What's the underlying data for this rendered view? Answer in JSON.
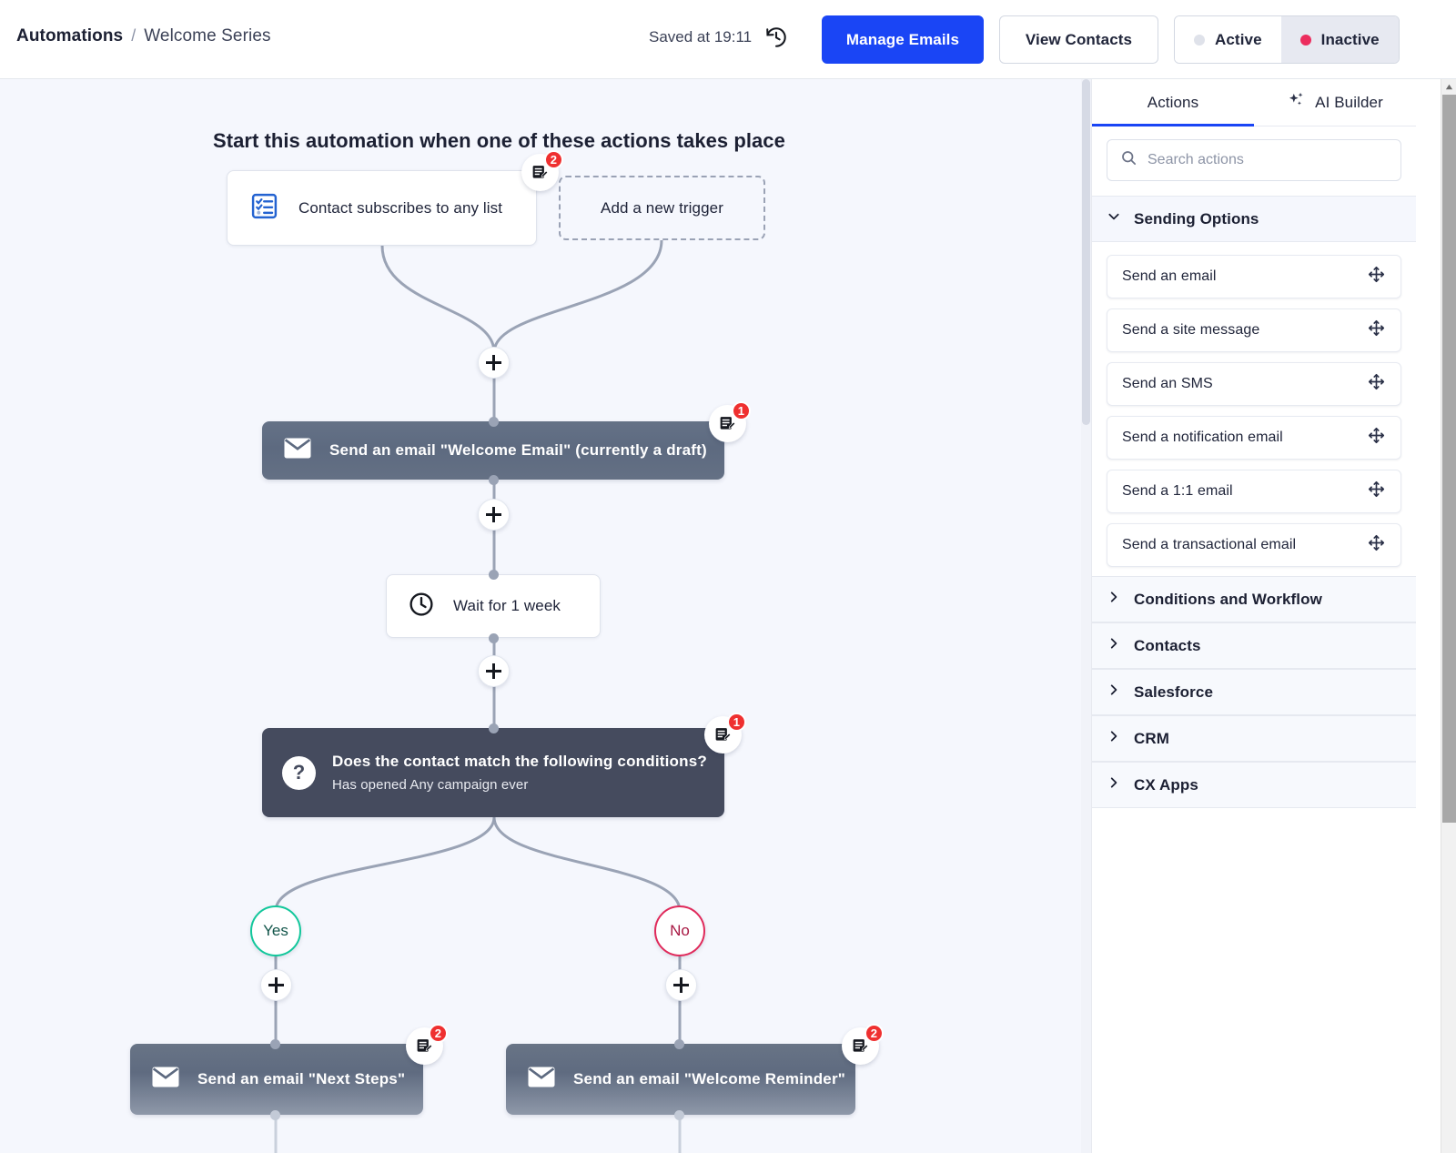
{
  "header": {
    "breadcrumb_root": "Automations",
    "breadcrumb_sep": "/",
    "breadcrumb_leaf": "Welcome Series",
    "saved_text": "Saved at 19:11",
    "history_icon": "history-clock-icon",
    "manage_emails": "Manage Emails",
    "view_contacts": "View Contacts",
    "status": {
      "active_label": "Active",
      "inactive_label": "Inactive",
      "selected": "Inactive",
      "active_dot_color": "#dfe2ea",
      "inactive_dot_color": "#ec2d5e"
    },
    "primary_color": "#1a45f5"
  },
  "canvas": {
    "title": "Start this automation when one of these actions takes place",
    "trigger": {
      "label": "Contact subscribes to any list",
      "icon": "checklist-icon",
      "notes_count": "2"
    },
    "add_trigger_label": "Add a new trigger",
    "nodes": [
      {
        "id": "email-1",
        "type": "email",
        "icon": "envelope-icon",
        "label": "Send an email \"Welcome Email\" (currently a draft)",
        "notes_count": "1"
      },
      {
        "id": "wait-1",
        "type": "wait",
        "icon": "clock-icon",
        "label": "Wait for 1 week"
      },
      {
        "id": "condition-1",
        "type": "condition",
        "icon": "question-mark-icon",
        "title": "Does the contact match the following conditions?",
        "subtitle": "Has opened Any campaign ever",
        "notes_count": "1"
      },
      {
        "id": "email-yes",
        "type": "email",
        "icon": "envelope-icon",
        "label": "Send an email \"Next Steps\"",
        "notes_count": "2"
      },
      {
        "id": "email-no",
        "type": "email",
        "icon": "envelope-icon",
        "label": "Send an email \"Welcome Reminder\"",
        "notes_count": "2"
      }
    ],
    "branches": {
      "yes_label": "Yes",
      "no_label": "No",
      "yes_color": "#12c79b",
      "no_color": "#e02a5b"
    },
    "add_step_icon": "plus-icon",
    "notes_icon": "notes-edit-icon"
  },
  "panel": {
    "tabs": [
      {
        "label": "Actions",
        "active": true
      },
      {
        "label": "AI Builder",
        "active": false,
        "icon": "sparkles-icon"
      }
    ],
    "search_placeholder": "Search actions",
    "search_value": "",
    "search_icon": "search-icon",
    "groups": [
      {
        "label": "Sending Options",
        "expanded": true,
        "items": [
          "Send an email",
          "Send a site message",
          "Send an SMS",
          "Send a notification email",
          "Send a 1:1 email",
          "Send a transactional email"
        ]
      },
      {
        "label": "Conditions and Workflow",
        "expanded": false,
        "items": []
      },
      {
        "label": "Contacts",
        "expanded": false,
        "items": []
      },
      {
        "label": "Salesforce",
        "expanded": false,
        "items": []
      },
      {
        "label": "CRM",
        "expanded": false,
        "items": []
      },
      {
        "label": "CX Apps",
        "expanded": false,
        "items": []
      }
    ],
    "drag_handle_icon": "move-arrows-icon"
  }
}
